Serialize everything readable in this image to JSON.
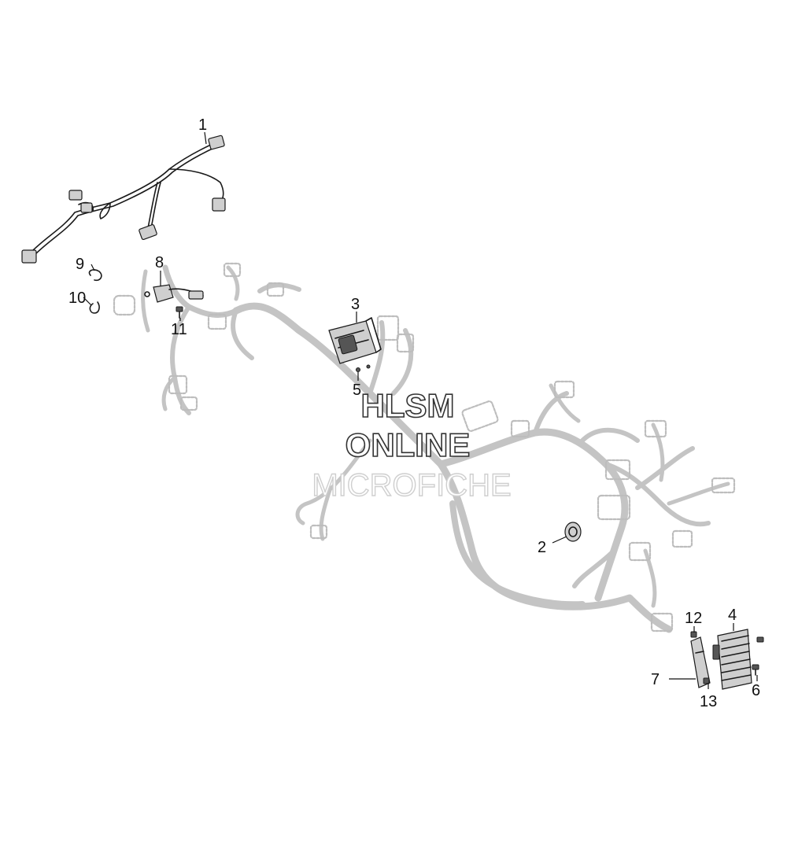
{
  "callouts": [
    {
      "id": "1",
      "label": "1"
    },
    {
      "id": "2",
      "label": "2"
    },
    {
      "id": "3",
      "label": "3"
    },
    {
      "id": "4",
      "label": "4"
    },
    {
      "id": "5",
      "label": "5"
    },
    {
      "id": "6",
      "label": "6"
    },
    {
      "id": "7",
      "label": "7"
    },
    {
      "id": "8",
      "label": "8"
    },
    {
      "id": "9",
      "label": "9"
    },
    {
      "id": "10",
      "label": "10"
    },
    {
      "id": "11",
      "label": "11"
    },
    {
      "id": "12",
      "label": "12"
    },
    {
      "id": "13",
      "label": "13"
    }
  ],
  "watermark": {
    "line1": "HLSM",
    "line2": "ONLINE",
    "line3": "MICROFICHE"
  },
  "colors": {
    "ink": "#111111",
    "ghost_harness": "#c4c4c4",
    "background": "#ffffff"
  }
}
